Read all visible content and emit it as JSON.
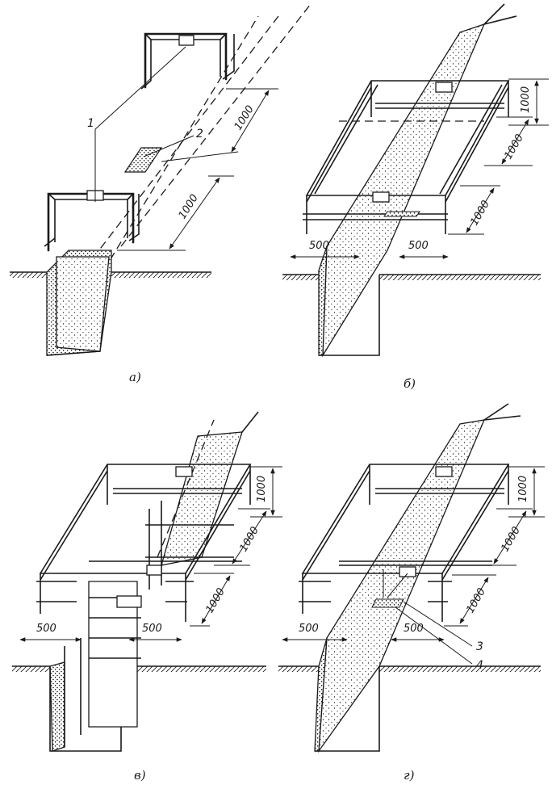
{
  "panels": [
    {
      "caption": "а)",
      "labels": {
        "rod": "1",
        "mark": "2"
      },
      "dims": [
        "1000",
        "1000"
      ]
    },
    {
      "caption": "б)",
      "dims": [
        "1000",
        "1000",
        "1000",
        "500",
        "500"
      ]
    },
    {
      "caption": "в)",
      "dims": [
        "1000",
        "1000",
        "1000",
        "500",
        "500"
      ]
    },
    {
      "caption": "г)",
      "labels": {
        "plumb": "3",
        "point": "4"
      },
      "dims": [
        "1000",
        "1000",
        "1000",
        "500",
        "500"
      ]
    }
  ]
}
